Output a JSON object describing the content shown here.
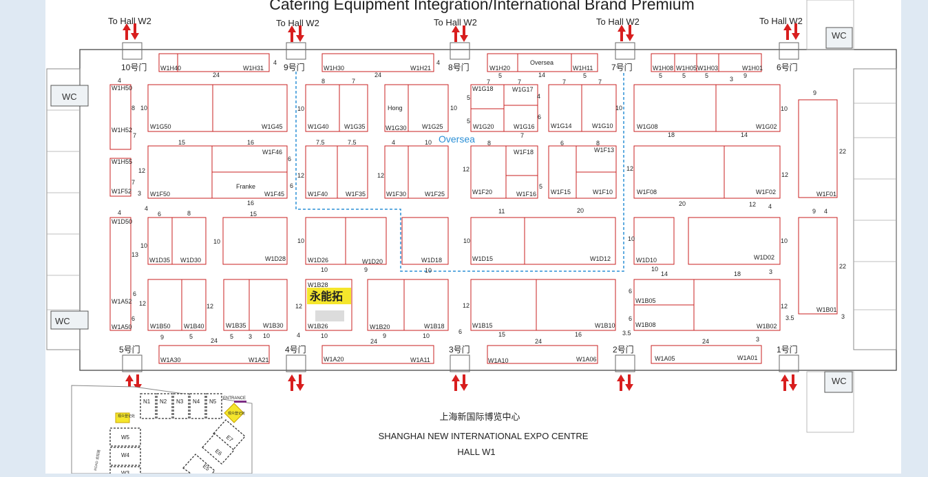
{
  "header": {
    "title": "Catering Equipment Integration/International Brand Premium"
  },
  "overseas_zone": {
    "label": "Oversea"
  },
  "footer": {
    "chinese_name": "上海新国际博览中心",
    "english_name": "SHANGHAI NEW INTERNATIONAL EXPO CENTRE",
    "hall": "HALL W1"
  },
  "highlight": {
    "exhibitor": "永能拓",
    "booth": "W1B28",
    "color": "#f5e62c"
  },
  "colors": {
    "booth_line": "#c91f1f",
    "arrow": "#d81e1e",
    "overseas": "#2a8fd6",
    "background": "#ffffff"
  },
  "arrow_icon": "down-up-arrows-icon",
  "hall_links": [
    {
      "label": "To Hall W2"
    },
    {
      "label": "To Hall W2"
    },
    {
      "label": "To Hall W2"
    },
    {
      "label": "To Hall W2"
    },
    {
      "label": "To Hall W2"
    }
  ],
  "top_doors": [
    "10号门",
    "9号门",
    "8号门",
    "7号门",
    "6号门"
  ],
  "bottom_doors": [
    "5号门",
    "4号门",
    "3号门",
    "2号门",
    "1号门"
  ],
  "wc_labels": [
    "WC",
    "WC",
    "WC",
    "WC"
  ],
  "booth_labels": {
    "h40": "W1H40",
    "h31": "W1H31",
    "h30": "W1H30",
    "h21": "W1H21",
    "h20": "W1H20",
    "h20o": "Oversea",
    "h11": "W1H11",
    "h08": "W1H08",
    "h05": "W1H05",
    "h03": "W1H03",
    "h01": "W1H01",
    "h50": "W1H50",
    "h52": "W1H52",
    "h55": "W1H55",
    "f52": "W1F52",
    "d50": "W1D50",
    "a52": "W1A52",
    "a50": "W1A50",
    "g50": "W1G50",
    "g45": "W1G45",
    "g40": "W1G40",
    "g35": "W1G35",
    "g30hong": "Hong",
    "g30": "W1G30",
    "g25": "W1G25",
    "g18": "W1G18",
    "g17": "W1G17",
    "g20": "W1G20",
    "g16": "W1G16",
    "g14": "W1G14",
    "g10": "W1G10",
    "g08": "W1G08",
    "g02": "W1G02",
    "f46": "W1F46",
    "franke": "Franke",
    "f50": "W1F50",
    "f45": "W1F45",
    "f40": "W1F40",
    "f35": "W1F35",
    "f30": "W1F30",
    "f25": "W1F25",
    "f18": "W1F18",
    "f20": "W1F20",
    "f16": "W1F16",
    "f13": "W1F13",
    "f15": "W1F15",
    "f10": "W1F10",
    "f08": "W1F08",
    "f02": "W1F02",
    "f01": "W1F01",
    "d35": "W1D35",
    "d30": "W1D30",
    "d28": "W1D28",
    "d26": "W1D26",
    "d20": "W1D20",
    "d18": "W1D18",
    "d15": "W1D15",
    "d12": "W1D12",
    "d10": "W1D10",
    "d02": "W1D02",
    "b28": "W1B28",
    "b26": "W1B26",
    "b50": "W1B50",
    "b40": "W1B40",
    "b35": "W1B35",
    "b30": "W1B30",
    "b20": "W1B20",
    "b18": "W1B18",
    "b15": "W1B15",
    "b10": "W1B10",
    "b05": "W1B05",
    "b08": "W1B08",
    "b02": "W1B02",
    "b01": "W1B01",
    "a30": "W1A30",
    "a21": "W1A21",
    "a20": "W1A20",
    "a11": "W1A11",
    "a10": "W1A10",
    "a06": "W1A06",
    "a05": "W1A05",
    "a01": "W1A01"
  },
  "dimensions": {
    "t24a": "24",
    "t24b": "24",
    "t14": "14",
    "t4a": "4",
    "t4b": "4",
    "t8a": "8",
    "t7a": "7",
    "t5a": "5",
    "t7b": "7",
    "t7c": "7",
    "t7d": "7",
    "t5b": "5",
    "t7e": "7",
    "t5c": "5",
    "t5d": "5",
    "t5e": "5",
    "t3a": "3",
    "t9a": "9",
    "l4a": "4",
    "l8": "8",
    "l7a": "7",
    "l12a": "12",
    "l7b": "7",
    "l3": "3",
    "l4b": "4",
    "l13": "13",
    "l10a": "10",
    "l6a": "6",
    "l12b": "12",
    "l6b": "6",
    "g10a": "10",
    "g10b": "10",
    "g10c": "10",
    "g5a": "5",
    "g5b": "5",
    "g4": "4",
    "g6": "6",
    "g10d": "10",
    "g10e": "10",
    "r15": "15",
    "r16a": "16",
    "r6a": "6",
    "r6b": "6",
    "r75a": "7.5",
    "r75b": "7.5",
    "r4a": "4",
    "r10a": "10",
    "r8": "8",
    "r7": "7",
    "r6c": "6",
    "r8b": "8",
    "r18": "18",
    "r14": "14",
    "m12a": "12",
    "m12b": "12",
    "m12c": "12",
    "m12d": "12",
    "m12e": "12",
    "m5": "5",
    "m12f": "12",
    "m9": "9",
    "m22a": "22",
    "s16": "16",
    "s15": "15",
    "s4": "4",
    "s6": "6",
    "s8": "8",
    "s11": "11",
    "s20": "20",
    "s12": "12",
    "s4b": "4",
    "s9": "9",
    "s4c": "4",
    "d10a": "10",
    "d10b": "10",
    "d10c": "10",
    "d10d": "10",
    "d10e": "10",
    "d10f": "10",
    "d10g": "10",
    "d9a": "9",
    "d10h": "10",
    "d14": "14",
    "d18": "18",
    "d3": "3",
    "d22b": "22",
    "b12a": "12",
    "b12b": "12",
    "b12c": "12",
    "b12d": "12",
    "b6a": "6",
    "b6b": "6",
    "b12e": "12",
    "b35": "3.5",
    "b3": "3",
    "u9": "9",
    "u5a": "5",
    "u24a": "24",
    "u5b": "5",
    "u3a": "3",
    "u10a": "10",
    "u4": "4",
    "u10b": "10",
    "u24b": "24",
    "u9b": "9",
    "u10c": "10",
    "u6": "6",
    "u15": "15",
    "u24c": "24",
    "u16": "16",
    "u35": "3.5",
    "u24d": "24",
    "u3b": "3"
  },
  "inset": {
    "north": [
      "N1",
      "N2",
      "N3",
      "N4",
      "N5"
    ],
    "west": [
      "W5",
      "W4",
      "W3"
    ],
    "east": [
      "E7",
      "E6",
      "E5"
    ],
    "entrance": "ENTRANCE",
    "registration": [
      "观众登记处",
      "观众登记处"
    ],
    "road": "ROAD 龙阳路"
  }
}
